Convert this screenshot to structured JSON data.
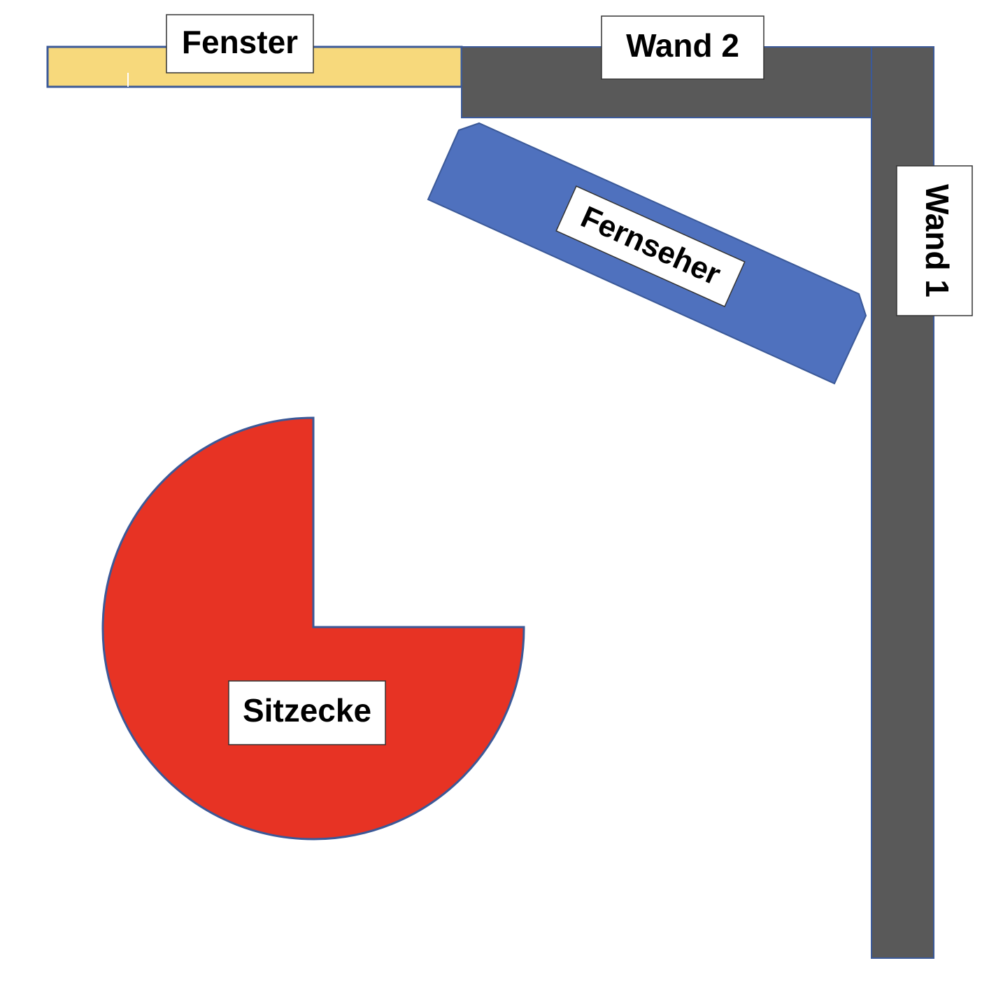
{
  "colors": {
    "background": "#ffffff",
    "fenster_fill": "#f7d97c",
    "wall_fill": "#595959",
    "outline": "#3b5998",
    "tv_fill": "#4f71be",
    "sitzecke_fill": "#e73324",
    "label_fill": "#ffffff",
    "label_border": "#333333"
  },
  "labels": {
    "fenster": "Fenster",
    "wand2": "Wand 2",
    "wand1": "Wand 1",
    "fernseher": "Fernseher",
    "sitzecke": "Sitzecke"
  },
  "icons": {
    "fenster": "window-shape",
    "wand2": "wall-shape",
    "wand1": "wall-shape",
    "fernseher": "tv-shape",
    "sitzecke": "seating-corner-shape"
  }
}
